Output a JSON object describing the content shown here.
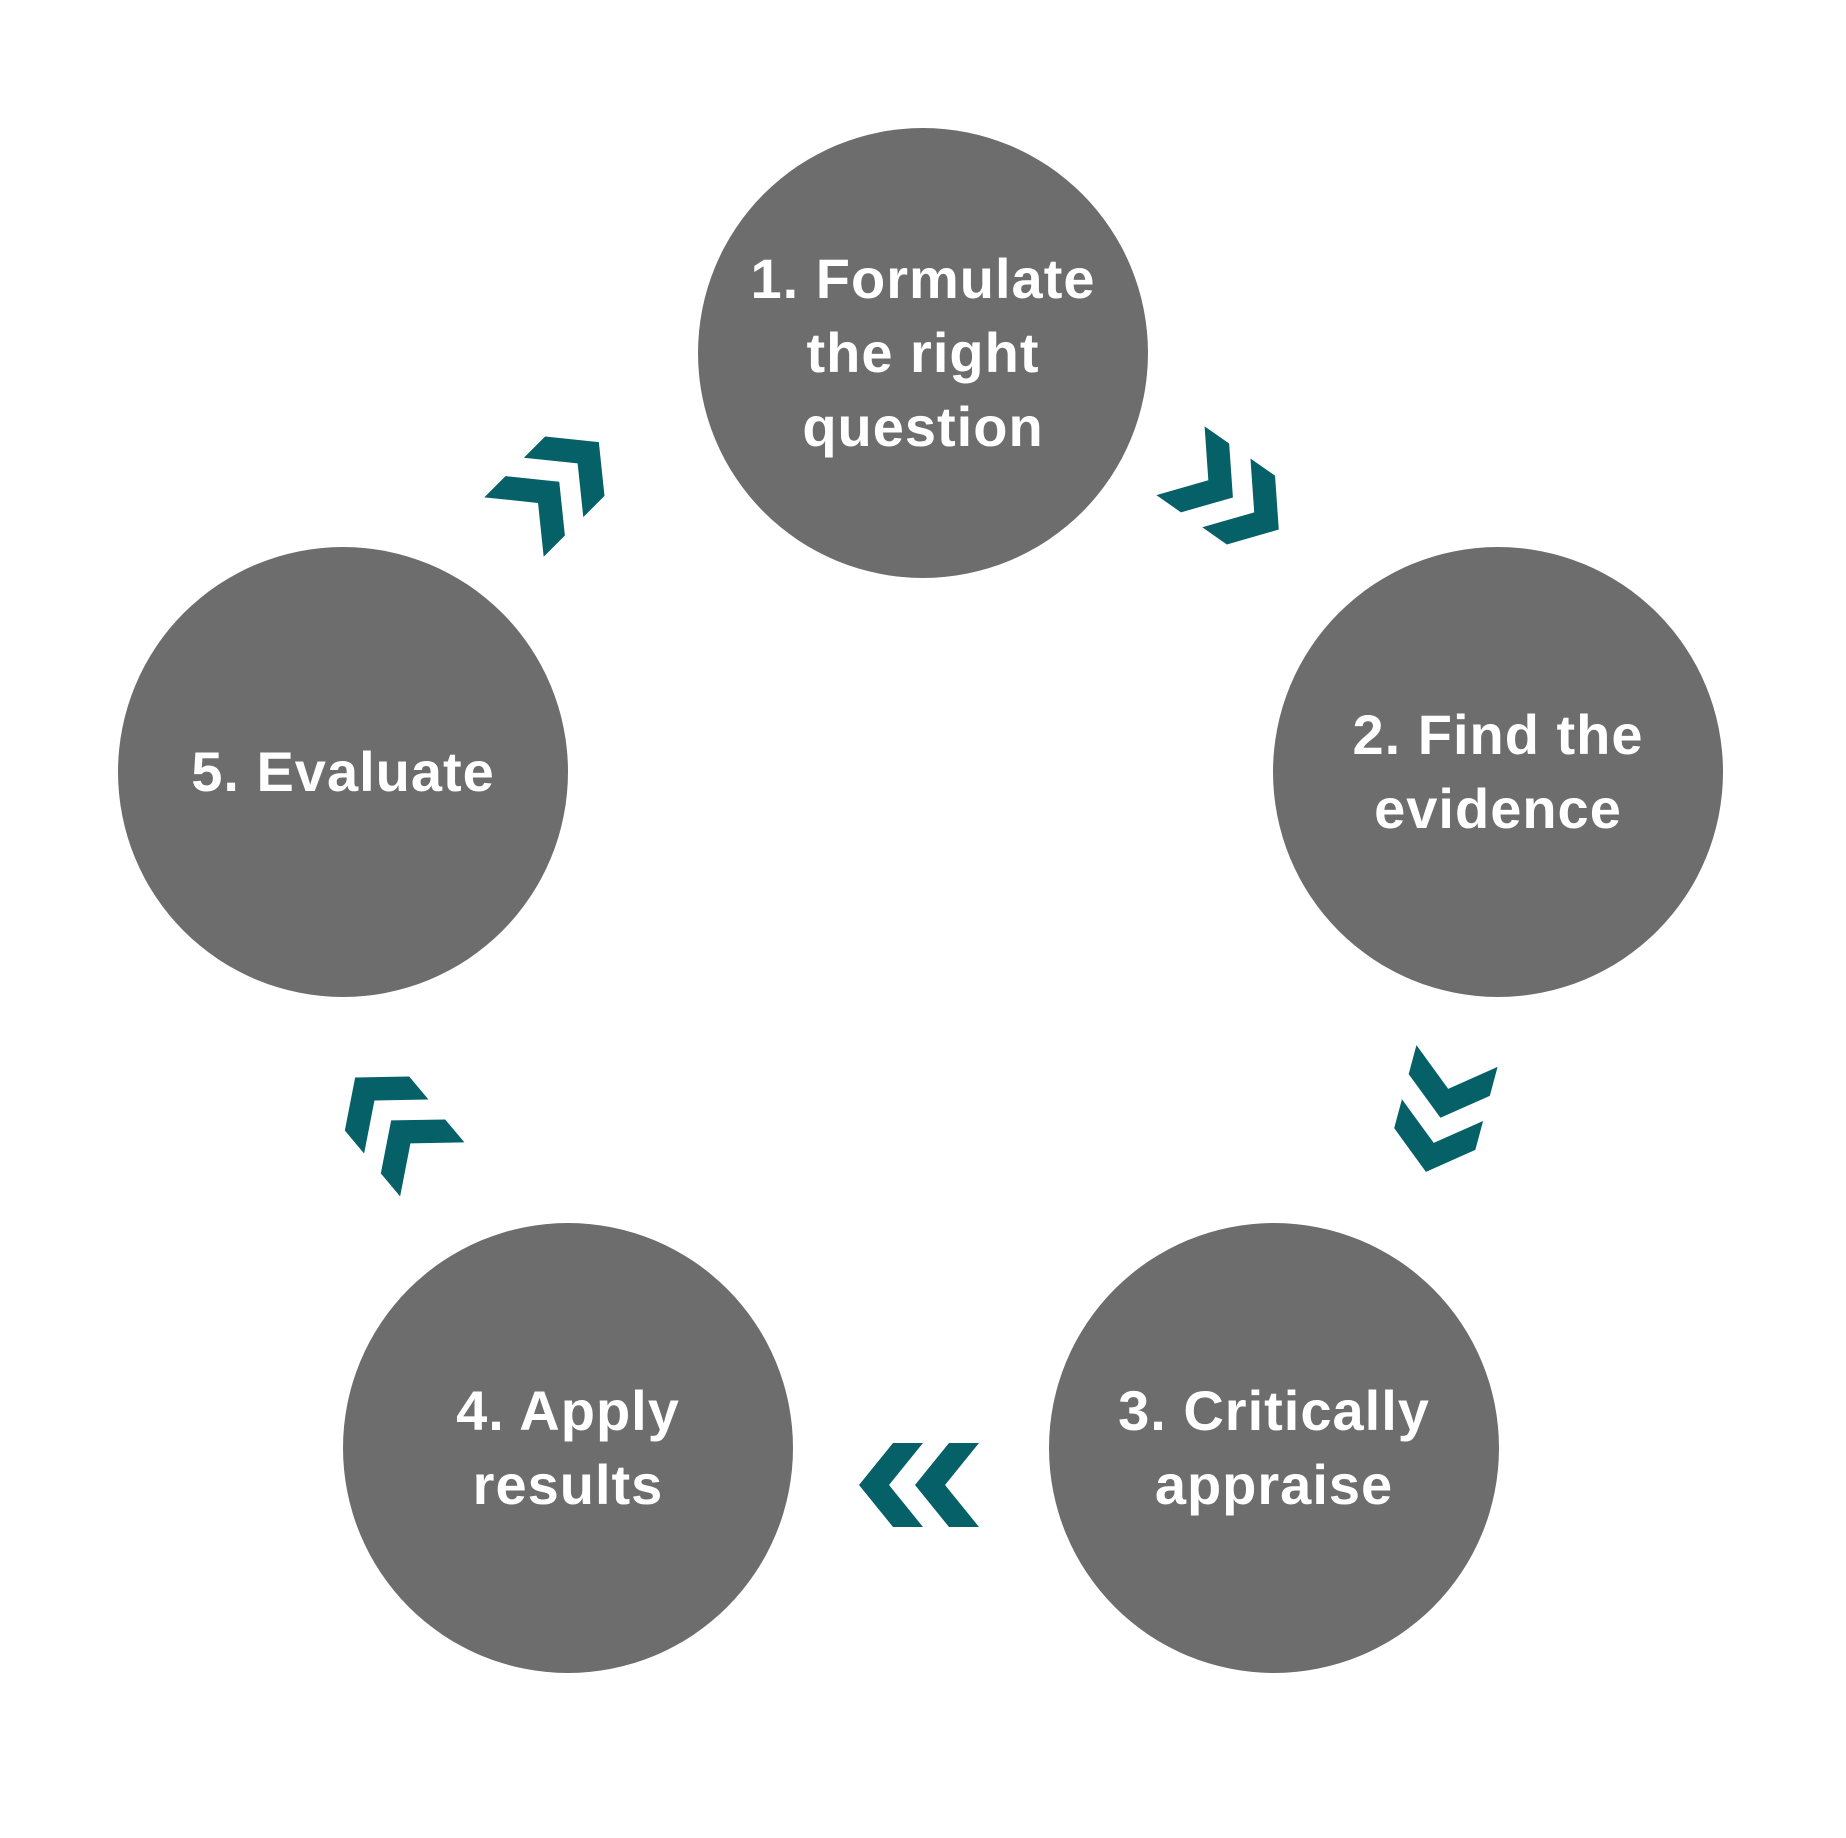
{
  "colors": {
    "circle_fill": "#6d6d6d",
    "label_text": "#ffffff",
    "arrow": "#056068",
    "background": "#ffffff"
  },
  "steps": [
    {
      "id": "s1",
      "label": "1. Formulate\nthe right\nquestion"
    },
    {
      "id": "s2",
      "label": "2. Find the\nevidence"
    },
    {
      "id": "s3",
      "label": "3. Critically\nappraise"
    },
    {
      "id": "s4",
      "label": "4. Apply\nresults"
    },
    {
      "id": "s5",
      "label": "5. Evaluate"
    }
  ],
  "arrows": [
    {
      "from": "1",
      "to": "2",
      "icon": "double-chevron-icon"
    },
    {
      "from": "2",
      "to": "3",
      "icon": "double-chevron-icon"
    },
    {
      "from": "3",
      "to": "4",
      "icon": "double-chevron-icon"
    },
    {
      "from": "4",
      "to": "5",
      "icon": "double-chevron-icon"
    },
    {
      "from": "5",
      "to": "1",
      "icon": "double-chevron-icon"
    }
  ]
}
